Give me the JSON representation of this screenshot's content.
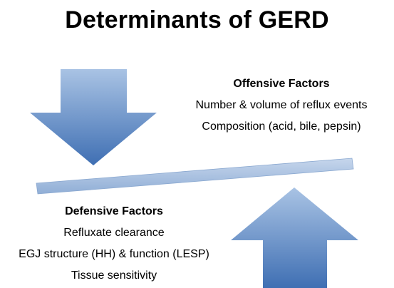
{
  "title": "Determinants of GERD",
  "offensive": {
    "heading": "Offensive Factors",
    "items": [
      "Number & volume of reflux events",
      "Composition (acid, bile, pepsin)"
    ]
  },
  "defensive": {
    "heading": "Defensive Factors",
    "items": [
      "Refluxate clearance",
      "EGJ structure (HH) & function (LESP)",
      "Tissue sensitivity"
    ]
  },
  "colors": {
    "arrow_light": "#a9c3e4",
    "arrow_dark": "#3f6fb3",
    "beam_light": "#c6d6ec",
    "beam_dark": "#90aed6"
  }
}
